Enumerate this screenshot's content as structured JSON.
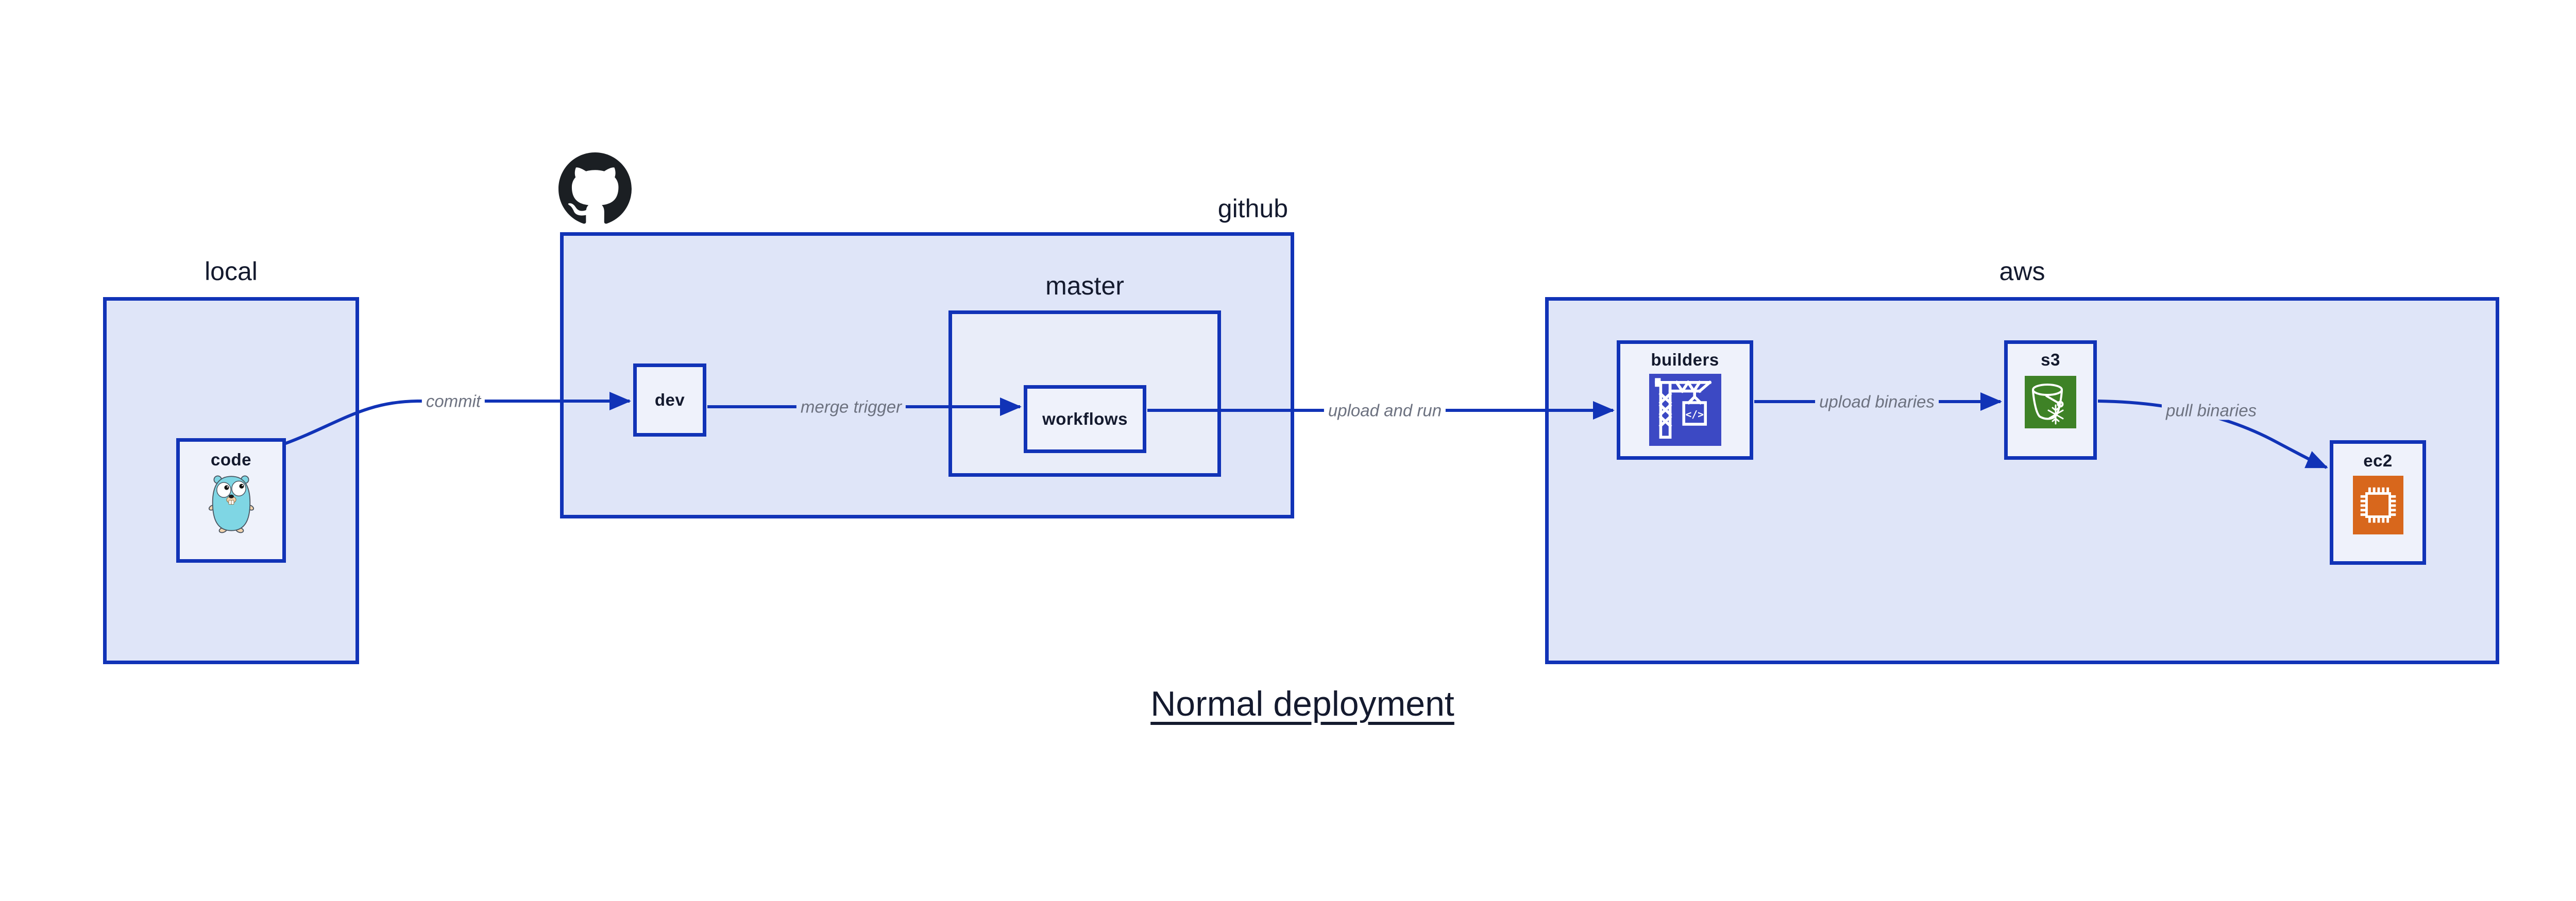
{
  "title": "Normal deployment",
  "colors": {
    "canvas-bg": "#ffffff",
    "container-fill": "#dfe5f8",
    "subcontainer-fill": "#e9edf9",
    "node-fill": "#eff2fb",
    "stroke-blue": "#1133b7",
    "label-navy": "#141a2e",
    "arrow-label-gray": "#6d7280",
    "codebuild-indigo": "#3c49c4",
    "s3-green": "#3e8226",
    "ec2-orange": "#d8671c",
    "gopher-teal": "#7fd6e4",
    "gopher-beige": "#f2d3ad",
    "github-black": "#1b1f23"
  },
  "containers": {
    "local": {
      "label": "local"
    },
    "github": {
      "label": "github"
    },
    "master": {
      "label": "master"
    },
    "aws": {
      "label": "aws"
    }
  },
  "nodes": {
    "code": {
      "label": "code",
      "icon": "go-gopher-icon"
    },
    "dev": {
      "label": "dev"
    },
    "workflows": {
      "label": "workflows"
    },
    "builders": {
      "label": "builders",
      "icon": "aws-codebuild-crane-icon",
      "icon_glyph": "</>"
    },
    "s3": {
      "label": "s3",
      "icon": "aws-s3-bucket-snowflake-icon"
    },
    "ec2": {
      "label": "ec2",
      "icon": "aws-ec2-chip-icon"
    }
  },
  "arrows": {
    "commit": {
      "label": "commit"
    },
    "merge_trigger": {
      "label": "merge trigger"
    },
    "upload_and_run": {
      "label": "upload and run"
    },
    "upload_binaries": {
      "label": "upload binaries"
    },
    "pull_binaries": {
      "label": "pull binaries"
    }
  },
  "logos": {
    "github": "github-octocat-logo"
  }
}
